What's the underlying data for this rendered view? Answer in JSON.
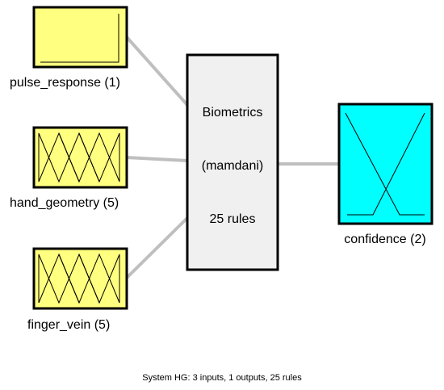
{
  "system": {
    "name": "Biometrics",
    "type": "(mamdani)",
    "rules": "25 rules"
  },
  "inputs": [
    {
      "label": "pulse_response (1)",
      "mf_count": 1,
      "shape": "step"
    },
    {
      "label": "hand_geometry (5)",
      "mf_count": 5,
      "shape": "triangles"
    },
    {
      "label": "finger_vein (5)",
      "mf_count": 5,
      "shape": "triangles"
    }
  ],
  "output": {
    "label": "confidence (2)",
    "mf_count": 2,
    "shape": "crossing-ramps"
  },
  "caption": "System HG: 3 inputs, 1 outputs, 25 rules",
  "colors": {
    "input_fill": "#ffff80",
    "output_fill": "#00ffff",
    "system_fill": "#f0f0f0",
    "connector": "#bfbfbf",
    "border": "#000000"
  }
}
